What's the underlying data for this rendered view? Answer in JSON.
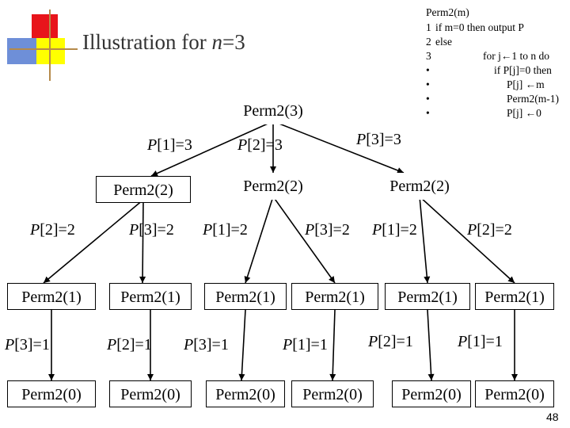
{
  "title": {
    "text": "Illustration for ",
    "var": "n",
    "eq": "=3"
  },
  "algorithm": {
    "header": "Perm2(m)",
    "lines": [
      {
        "num": "1",
        "text": "if m=0 then output P"
      },
      {
        "num": "2",
        "text": "else"
      },
      {
        "num": "3",
        "text": "for j←1 to n do"
      },
      {
        "num": "•",
        "text": "if P[j]=0 then"
      },
      {
        "num": "•",
        "text": "P[j] ←m"
      },
      {
        "num": "•",
        "text": "Perm2(m-1)"
      },
      {
        "num": "•",
        "text": "P[j] ←0"
      }
    ]
  },
  "tree": {
    "root": "Perm2(3)",
    "level1": [
      "Perm2(2)",
      "Perm2(2)",
      "Perm2(2)"
    ],
    "level1_edges": [
      "P[1]=3",
      "P[2]=3",
      "P[3]=3"
    ],
    "level2": [
      "Perm2(1)",
      "Perm2(1)",
      "Perm2(1)",
      "Perm2(1)",
      "Perm2(1)",
      "Perm2(1)"
    ],
    "level2_edges": [
      "P[2]=2",
      "P[3]=2",
      "P[1]=2",
      "P[3]=2",
      "P[1]=2",
      "P[2]=2"
    ],
    "level3": [
      "Perm2(0)",
      "Perm2(0)",
      "Perm2(0)",
      "Perm2(0)",
      "Perm2(0)",
      "Perm2(0)"
    ],
    "level3_edges": [
      "P[3]=1",
      "P[2]=1",
      "P[3]=1",
      "P[1]=1",
      "P[2]=1",
      "P[1]=1"
    ]
  },
  "page_number": "48",
  "colors": {
    "accent_red": "#e8141b",
    "accent_yellow": "#ffff00",
    "accent_blue": "#6e8fd8",
    "line_tan": "#b58a4a",
    "title": "#333333"
  }
}
